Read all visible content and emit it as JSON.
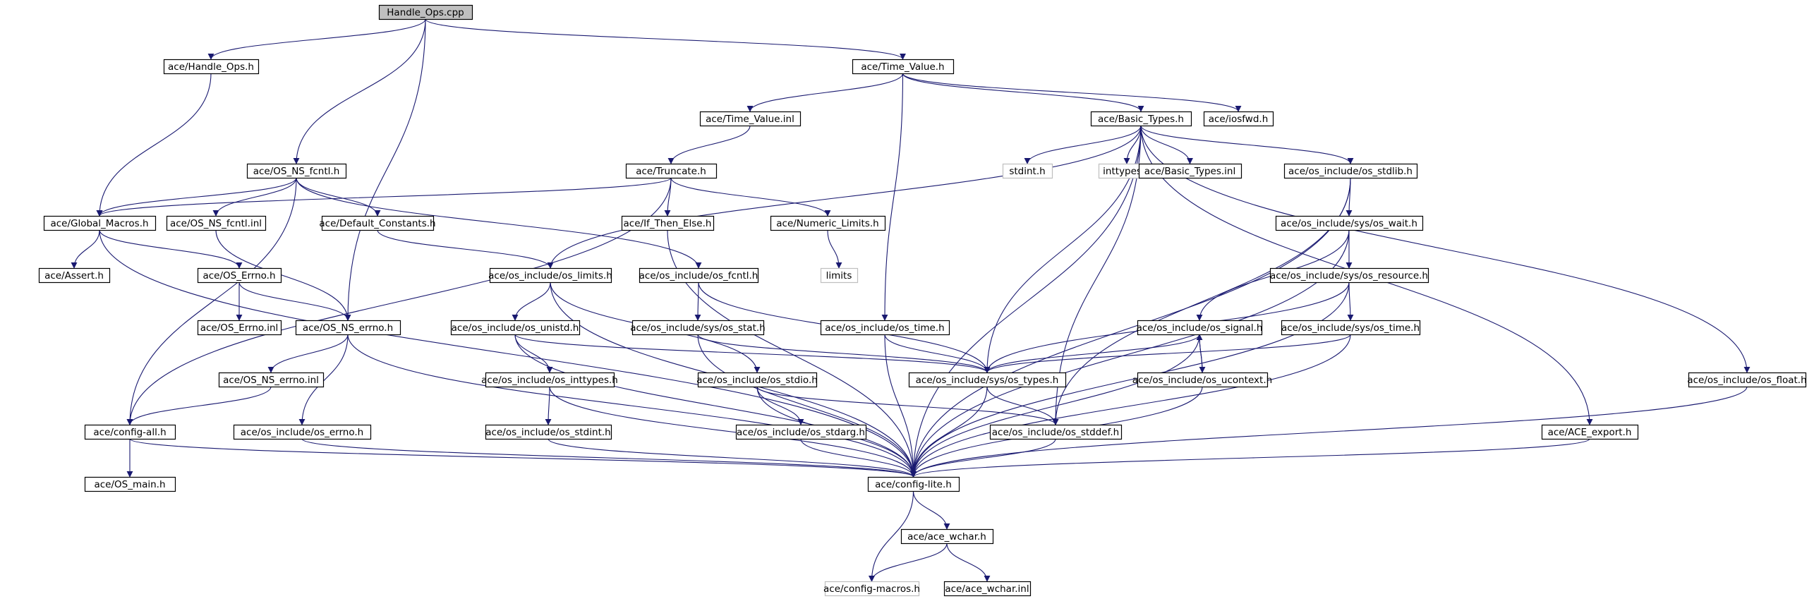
{
  "diagram": {
    "root": "Handle_Ops.cpp",
    "nodes": [
      {
        "id": "n0",
        "label": "Handle_Ops.cpp",
        "kind": "root"
      },
      {
        "id": "n1",
        "label": "ace/Handle_Ops.h"
      },
      {
        "id": "n2",
        "label": "ace/Time_Value.h"
      },
      {
        "id": "n3",
        "label": "ace/Time_Value.inl"
      },
      {
        "id": "n4",
        "label": "ace/Basic_Types.h"
      },
      {
        "id": "n5",
        "label": "ace/iosfwd.h"
      },
      {
        "id": "n6",
        "label": "ace/OS_NS_fcntl.h"
      },
      {
        "id": "n7",
        "label": "ace/Truncate.h"
      },
      {
        "id": "n8",
        "label": "stdint.h",
        "kind": "external"
      },
      {
        "id": "n9",
        "label": "inttypes.h",
        "kind": "external"
      },
      {
        "id": "n10",
        "label": "ace/Basic_Types.inl"
      },
      {
        "id": "n11",
        "label": "ace/os_include/os_stdlib.h"
      },
      {
        "id": "n12",
        "label": "ace/Global_Macros.h"
      },
      {
        "id": "n13",
        "label": "ace/OS_NS_fcntl.inl"
      },
      {
        "id": "n14",
        "label": "ace/Default_Constants.h"
      },
      {
        "id": "n15",
        "label": "ace/If_Then_Else.h"
      },
      {
        "id": "n16",
        "label": "ace/Numeric_Limits.h"
      },
      {
        "id": "n17",
        "label": "ace/os_include/sys/os_wait.h"
      },
      {
        "id": "n18",
        "label": "ace/Assert.h"
      },
      {
        "id": "n19",
        "label": "ace/OS_Errno.h"
      },
      {
        "id": "n20",
        "label": "ace/os_include/os_limits.h"
      },
      {
        "id": "n21",
        "label": "ace/os_include/os_fcntl.h"
      },
      {
        "id": "n22",
        "label": "limits",
        "kind": "external"
      },
      {
        "id": "n23",
        "label": "ace/os_include/sys/os_resource.h"
      },
      {
        "id": "n24",
        "label": "ace/OS_Errno.inl"
      },
      {
        "id": "n25",
        "label": "ace/OS_NS_errno.h"
      },
      {
        "id": "n26",
        "label": "ace/os_include/os_unistd.h"
      },
      {
        "id": "n27",
        "label": "ace/os_include/sys/os_stat.h"
      },
      {
        "id": "n28",
        "label": "ace/os_include/os_time.h"
      },
      {
        "id": "n29",
        "label": "ace/os_include/os_signal.h"
      },
      {
        "id": "n30",
        "label": "ace/os_include/sys/os_time.h"
      },
      {
        "id": "n31",
        "label": "ace/OS_NS_errno.inl"
      },
      {
        "id": "n32",
        "label": "ace/os_include/os_inttypes.h"
      },
      {
        "id": "n33",
        "label": "ace/os_include/os_stdio.h"
      },
      {
        "id": "n34",
        "label": "ace/os_include/sys/os_types.h"
      },
      {
        "id": "n35",
        "label": "ace/os_include/os_ucontext.h"
      },
      {
        "id": "n36",
        "label": "ace/os_include/os_float.h"
      },
      {
        "id": "n37",
        "label": "ace/config-all.h"
      },
      {
        "id": "n38",
        "label": "ace/os_include/os_errno.h"
      },
      {
        "id": "n39",
        "label": "ace/os_include/os_stdint.h"
      },
      {
        "id": "n40",
        "label": "ace/os_include/os_stdarg.h"
      },
      {
        "id": "n41",
        "label": "ace/os_include/os_stddef.h"
      },
      {
        "id": "n42",
        "label": "ace/ACE_export.h"
      },
      {
        "id": "n43",
        "label": "ace/OS_main.h"
      },
      {
        "id": "n44",
        "label": "ace/config-lite.h"
      },
      {
        "id": "n45",
        "label": "ace/ace_wchar.h"
      },
      {
        "id": "n46",
        "label": "ace/config-macros.h",
        "kind": "external"
      },
      {
        "id": "n47",
        "label": "ace/ace_wchar.inl"
      }
    ],
    "edges": [
      [
        "n0",
        "n1"
      ],
      [
        "n0",
        "n2"
      ],
      [
        "n0",
        "n6"
      ],
      [
        "n0",
        "n25"
      ],
      [
        "n1",
        "n12"
      ],
      [
        "n2",
        "n3"
      ],
      [
        "n2",
        "n4"
      ],
      [
        "n2",
        "n5"
      ],
      [
        "n2",
        "n28"
      ],
      [
        "n3",
        "n7"
      ],
      [
        "n4",
        "n8"
      ],
      [
        "n4",
        "n9"
      ],
      [
        "n4",
        "n10"
      ],
      [
        "n4",
        "n11"
      ],
      [
        "n4",
        "n20"
      ],
      [
        "n4",
        "n34"
      ],
      [
        "n4",
        "n41"
      ],
      [
        "n4",
        "n42"
      ],
      [
        "n4",
        "n36"
      ],
      [
        "n4",
        "n44"
      ],
      [
        "n6",
        "n12"
      ],
      [
        "n6",
        "n13"
      ],
      [
        "n6",
        "n14"
      ],
      [
        "n6",
        "n21"
      ],
      [
        "n6",
        "n37"
      ],
      [
        "n7",
        "n12"
      ],
      [
        "n7",
        "n15"
      ],
      [
        "n7",
        "n16"
      ],
      [
        "n7",
        "n37"
      ],
      [
        "n11",
        "n17"
      ],
      [
        "n11",
        "n41"
      ],
      [
        "n11",
        "n44"
      ],
      [
        "n12",
        "n18"
      ],
      [
        "n12",
        "n19"
      ],
      [
        "n12",
        "n44"
      ],
      [
        "n13",
        "n25"
      ],
      [
        "n14",
        "n20"
      ],
      [
        "n15",
        "n44"
      ],
      [
        "n16",
        "n22"
      ],
      [
        "n17",
        "n23"
      ],
      [
        "n17",
        "n29"
      ],
      [
        "n17",
        "n44"
      ],
      [
        "n19",
        "n24"
      ],
      [
        "n19",
        "n25"
      ],
      [
        "n20",
        "n26"
      ],
      [
        "n20",
        "n33"
      ],
      [
        "n20",
        "n44"
      ],
      [
        "n21",
        "n27"
      ],
      [
        "n21",
        "n34"
      ],
      [
        "n23",
        "n30"
      ],
      [
        "n23",
        "n34"
      ],
      [
        "n23",
        "n44"
      ],
      [
        "n25",
        "n31"
      ],
      [
        "n25",
        "n38"
      ],
      [
        "n25",
        "n44"
      ],
      [
        "n26",
        "n32"
      ],
      [
        "n26",
        "n34"
      ],
      [
        "n26",
        "n44"
      ],
      [
        "n27",
        "n34"
      ],
      [
        "n27",
        "n44"
      ],
      [
        "n28",
        "n34"
      ],
      [
        "n28",
        "n44"
      ],
      [
        "n29",
        "n34"
      ],
      [
        "n29",
        "n35"
      ],
      [
        "n29",
        "n44"
      ],
      [
        "n30",
        "n34"
      ],
      [
        "n30",
        "n44"
      ],
      [
        "n31",
        "n37"
      ],
      [
        "n32",
        "n39"
      ],
      [
        "n32",
        "n44"
      ],
      [
        "n33",
        "n40"
      ],
      [
        "n33",
        "n41"
      ],
      [
        "n33",
        "n44"
      ],
      [
        "n34",
        "n41"
      ],
      [
        "n34",
        "n44"
      ],
      [
        "n35",
        "n29"
      ],
      [
        "n35",
        "n44"
      ],
      [
        "n36",
        "n44"
      ],
      [
        "n37",
        "n43"
      ],
      [
        "n37",
        "n44"
      ],
      [
        "n38",
        "n44"
      ],
      [
        "n39",
        "n44"
      ],
      [
        "n40",
        "n44"
      ],
      [
        "n41",
        "n44"
      ],
      [
        "n42",
        "n44"
      ],
      [
        "n44",
        "n45"
      ],
      [
        "n44",
        "n46"
      ],
      [
        "n45",
        "n46"
      ],
      [
        "n45",
        "n47"
      ]
    ]
  }
}
